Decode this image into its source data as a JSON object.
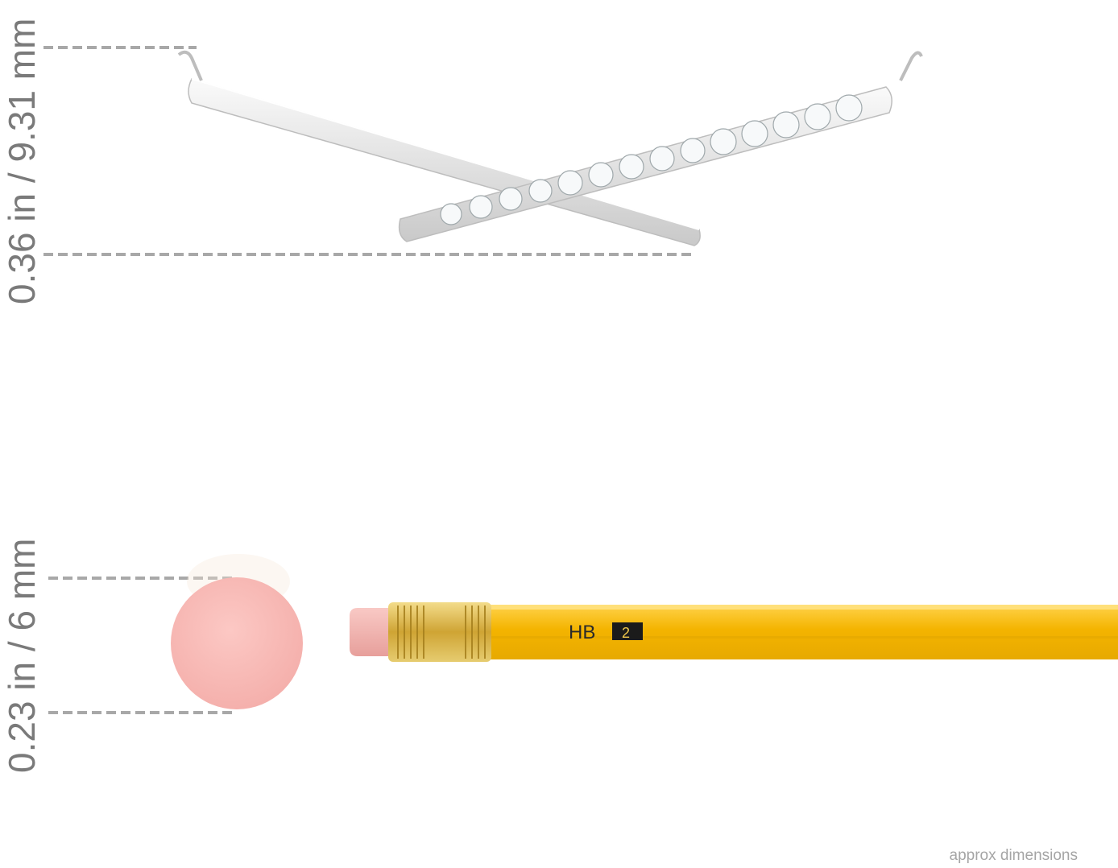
{
  "dimensions": {
    "pendant_height": "0.36 in / 9.31 mm",
    "eraser_diameter": "0.23 in / 6 mm"
  },
  "pencil": {
    "grade": "HB",
    "number": "2"
  },
  "footer": {
    "note": "approx dimensions"
  },
  "colors": {
    "dashed_line": "#a8a8a8",
    "label_text": "#7a7a7a",
    "pencil_body": "#f2b400",
    "ferrule": "#d8b33c",
    "eraser": "#f7b7b4",
    "metal": "#e6e6e6"
  }
}
